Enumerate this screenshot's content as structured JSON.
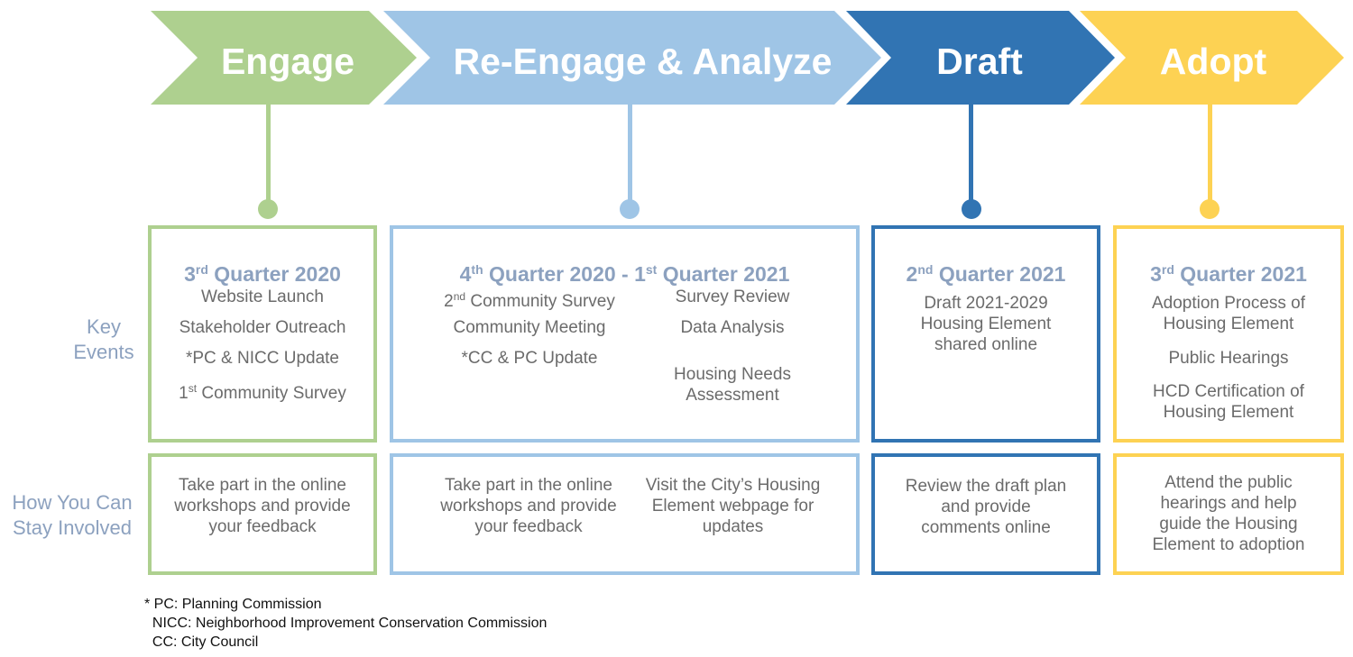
{
  "colors": {
    "engage": "#aed08f",
    "reengage": "#9fc5e6",
    "draft": "#3174b3",
    "adopt": "#fdd253",
    "row_label": "#8ca1bf"
  },
  "phases": [
    {
      "label": "Engage"
    },
    {
      "label": "Re-Engage & Analyze"
    },
    {
      "label": "Draft"
    },
    {
      "label": "Adopt"
    }
  ],
  "row_labels": {
    "key_events": "Key\nEvents",
    "stay_involved": "How You Can\nStay Involved"
  },
  "engage": {
    "title": {
      "pre": "3",
      "sup": "rd",
      "post": " Quarter 2020"
    },
    "events": [
      "Website Launch",
      "Stakeholder Outreach",
      "*PC & NICC Update",
      {
        "pre": "1",
        "sup": "st",
        "post": " Community Survey"
      }
    ],
    "involve": "Take part in the online workshops and provide your feedback"
  },
  "reengage": {
    "title": {
      "pre1": "4",
      "sup1": "th",
      "mid": " Quarter 2020 - 1",
      "sup2": "st",
      "post": " Quarter 2021"
    },
    "events_left": [
      {
        "pre": "2",
        "sup": "nd",
        "post": " Community Survey"
      },
      "Community Meeting",
      "*CC & PC Update"
    ],
    "events_right": [
      "Survey Review",
      "Data Analysis",
      "Housing Needs Assessment"
    ],
    "involve_left": "Take part in the online workshops and provide your feedback",
    "involve_right": "Visit the City’s Housing Element webpage for updates"
  },
  "draft": {
    "title": {
      "pre": "2",
      "sup": "nd",
      "post": " Quarter 2021"
    },
    "events": [
      "Draft 2021-2029 Housing Element shared online"
    ],
    "involve": "Review the draft plan and provide comments online"
  },
  "adopt": {
    "title": {
      "pre": "3",
      "sup": "rd",
      "post": " Quarter 2021"
    },
    "events": [
      "Adoption Process of Housing Element",
      "Public Hearings",
      "HCD Certification of Housing Element"
    ],
    "involve": "Attend the public hearings and help guide the Housing Element to adoption"
  },
  "footnote": [
    "* PC: Planning Commission",
    "  NICC: Neighborhood Improvement Conservation Commission",
    "  CC: City Council"
  ]
}
